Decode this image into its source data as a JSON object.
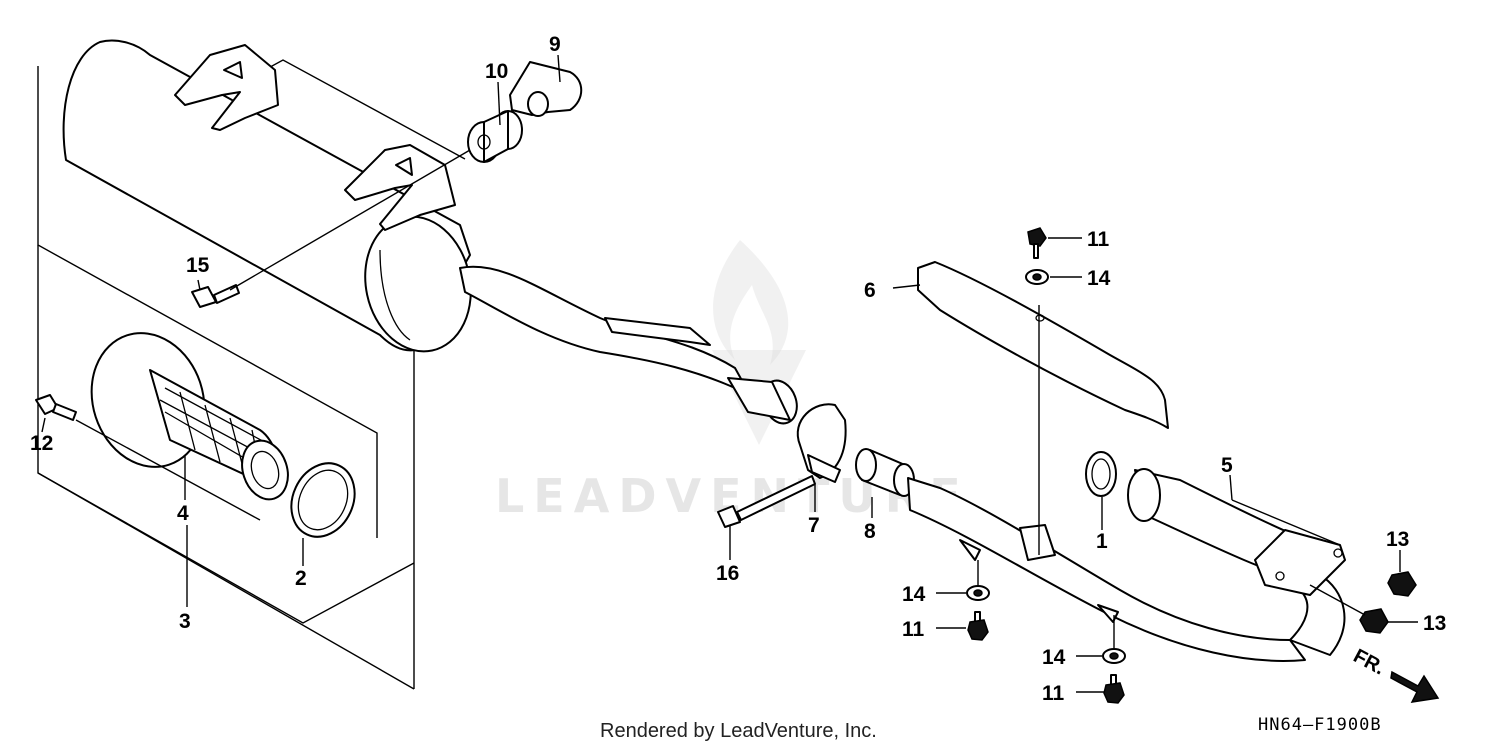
{
  "callouts": [
    {
      "id": "9",
      "label": "9"
    },
    {
      "id": "10",
      "label": "10"
    },
    {
      "id": "15",
      "label": "15"
    },
    {
      "id": "12",
      "label": "12"
    },
    {
      "id": "4",
      "label": "4"
    },
    {
      "id": "3",
      "label": "3"
    },
    {
      "id": "2",
      "label": "2"
    },
    {
      "id": "16",
      "label": "16"
    },
    {
      "id": "7",
      "label": "7"
    },
    {
      "id": "8",
      "label": "8"
    },
    {
      "id": "6",
      "label": "6"
    },
    {
      "id": "11a",
      "label": "11"
    },
    {
      "id": "14a",
      "label": "14"
    },
    {
      "id": "1",
      "label": "1"
    },
    {
      "id": "5",
      "label": "5"
    },
    {
      "id": "13a",
      "label": "13"
    },
    {
      "id": "13b",
      "label": "13"
    },
    {
      "id": "14b",
      "label": "14"
    },
    {
      "id": "11b",
      "label": "11"
    },
    {
      "id": "14c",
      "label": "14"
    },
    {
      "id": "11c",
      "label": "11"
    }
  ],
  "direction_label": "FR.",
  "watermark": "LEADVENTURE",
  "footer": {
    "rendered_by": "Rendered by LeadVenture, Inc.",
    "diagram_code": "HN64—F1900B"
  }
}
